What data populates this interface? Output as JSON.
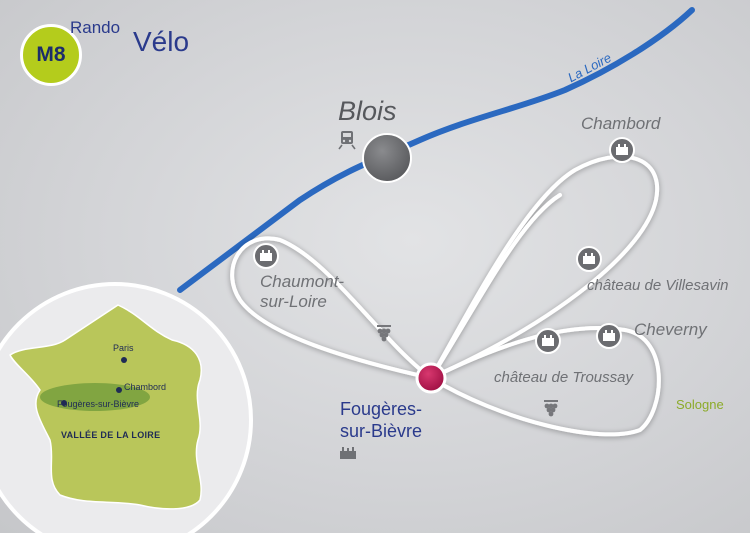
{
  "header": {
    "route_code": "M8",
    "brand_prefix": "Rando",
    "brand_name": "Vélo"
  },
  "map": {
    "river": "La Loire",
    "city": "Blois",
    "start_town": "Fougères-\nsur-Bièvre",
    "region": "Sologne",
    "places": {
      "chambord": "Chambord",
      "chaumont": "Chaumont-\nsur-Loire",
      "villesavin": "château de Villesavin",
      "cheverny": "Cheverny",
      "troussay": "château de Troussay"
    },
    "icons": [
      "train-icon",
      "castle-icon",
      "grape-icon"
    ]
  },
  "inset": {
    "paris": "Paris",
    "chambord": "Chambord",
    "fougeres": "Fougères-sur-Bièvre",
    "region_title": "VALLÉE DE LA LOIRE"
  },
  "colors": {
    "river": "#2b69c0",
    "route": "#ffffff",
    "start": "#b5154f",
    "badge": "#b4cc1c",
    "brand": "#2a3a8c",
    "inset_land": "#b9c65a"
  }
}
